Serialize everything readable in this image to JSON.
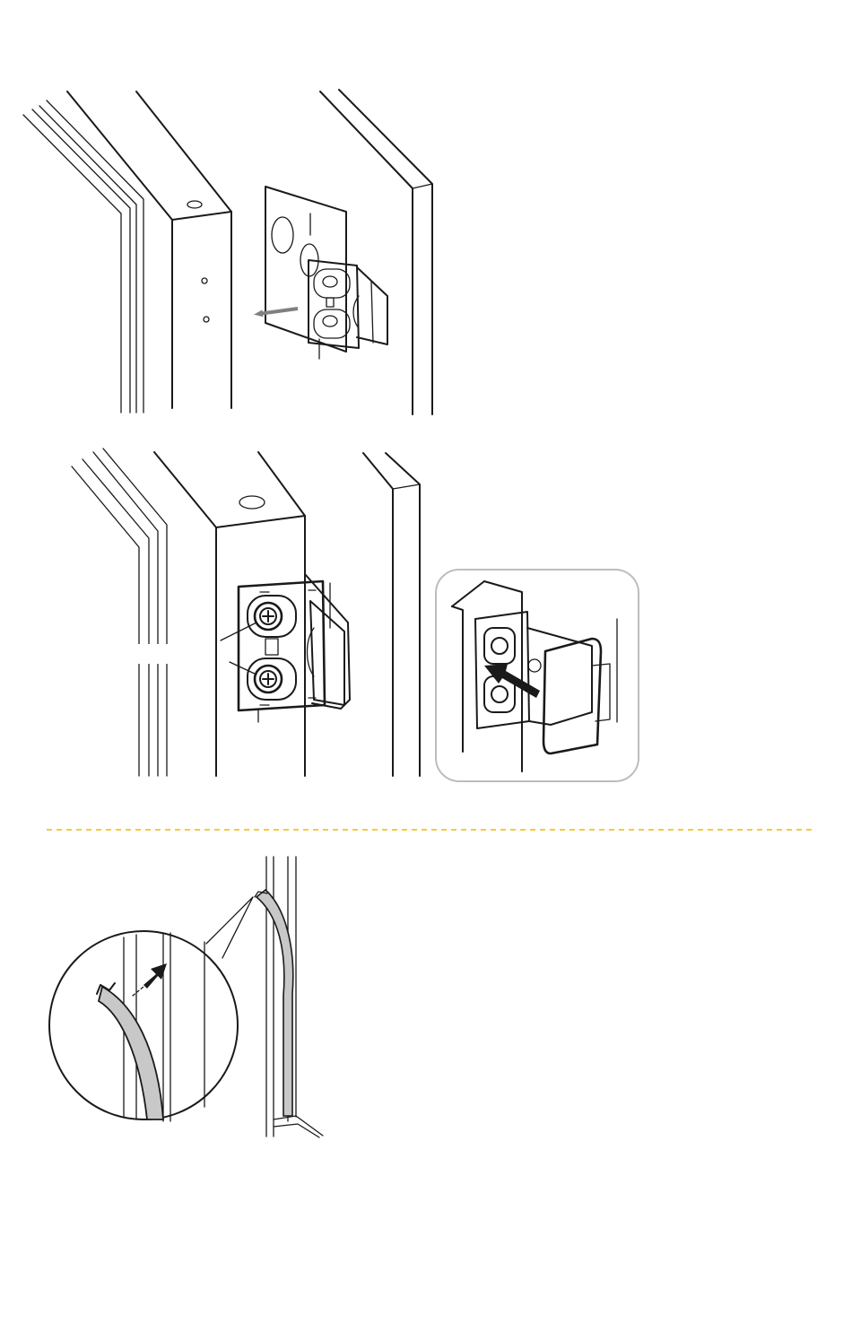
{
  "colors": {
    "line": "#1a1a1a",
    "divider": "#f2b705",
    "gasket_fill": "#c8c8c8",
    "callout_border": "#bdbdbd",
    "arrow_gray": "#808080"
  },
  "figures": [
    {
      "name": "hinge-bracket-alignment",
      "icons": [
        "arrow-left-icon"
      ]
    },
    {
      "name": "hinge-bracket-mounted",
      "icons": [
        "screw-icon",
        "screw-icon"
      ]
    },
    {
      "name": "hinge-cover-detail",
      "icons": [
        "arrow-insert-icon"
      ]
    },
    {
      "name": "door-gasket-install",
      "icons": [
        "arrow-up-icon",
        "magnifier-callout-icon"
      ]
    }
  ]
}
